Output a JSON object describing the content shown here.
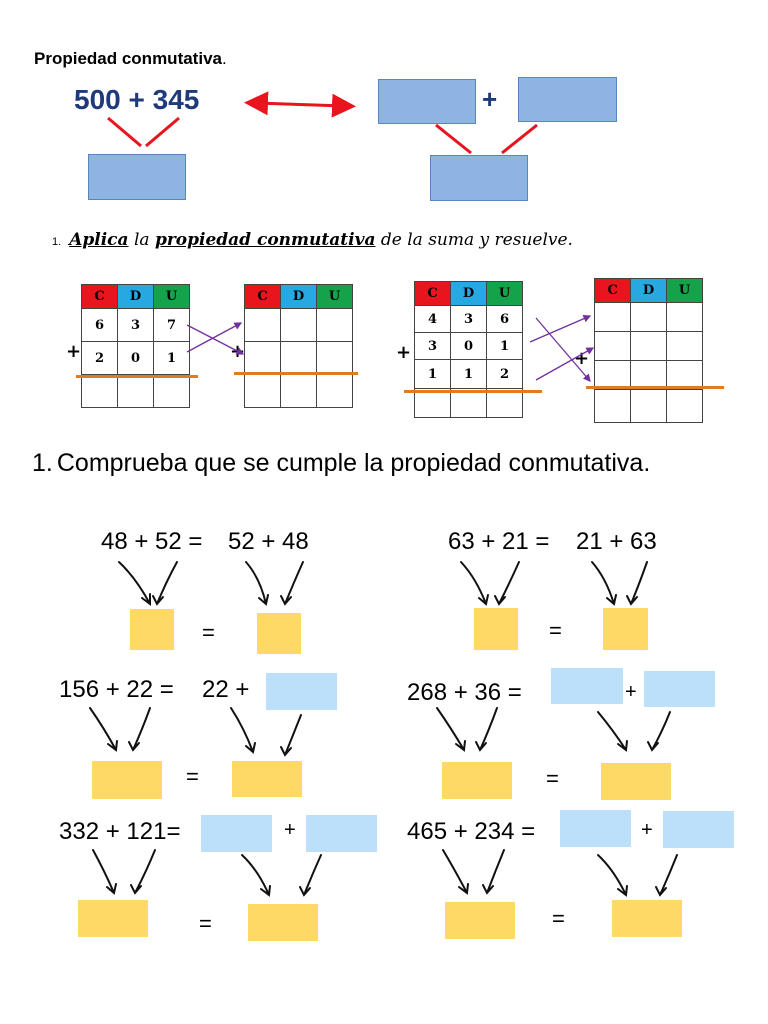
{
  "header": {
    "title": "Propiedad conmutativa",
    "title_dot": "."
  },
  "example": {
    "expr": "500 + 345",
    "plus": "+"
  },
  "instruction": {
    "number": "1.",
    "word1": "Aplica",
    "word2": "la",
    "word3": "propiedad conmutativa",
    "word4": "de la suma y resuelve."
  },
  "cdu_headers": [
    "C",
    "D",
    "U"
  ],
  "table1": {
    "row1": [
      "6",
      "3",
      "7"
    ],
    "row2": [
      "2",
      "0",
      "1"
    ],
    "plus": "+"
  },
  "table2": {
    "plus": "+"
  },
  "table3": {
    "row1": [
      "4",
      "3",
      "6"
    ],
    "row2": [
      "3",
      "0",
      "1"
    ],
    "row3": [
      "1",
      "1",
      "2"
    ],
    "plus": "+"
  },
  "table4": {
    "plus": "+"
  },
  "section2": {
    "number": "1.",
    "text": "Comprueba que se cumple la propiedad conmutativa."
  },
  "exercises": [
    {
      "left": "48 + 52 =",
      "right": "52 + 48",
      "equals": "="
    },
    {
      "left": "63 + 21 =",
      "right": "21 + 63",
      "equals": "="
    },
    {
      "left": "156 + 22 =",
      "right": "22 +",
      "equals": "="
    },
    {
      "left": "268 + 36 =",
      "plus": "+",
      "equals": "="
    },
    {
      "left": "332 + 121=",
      "plus": "+",
      "equals": "="
    },
    {
      "left": "465 + 234 =",
      "plus": "+",
      "equals": "="
    }
  ],
  "colors": {
    "answer_box": "#ffd966",
    "blank_box": "#bde0fa",
    "example_box": "#8eb4e3",
    "arrow_red": "#e8141e",
    "arrow_purple": "#7030a0",
    "line_orange": "#e07b1f"
  }
}
